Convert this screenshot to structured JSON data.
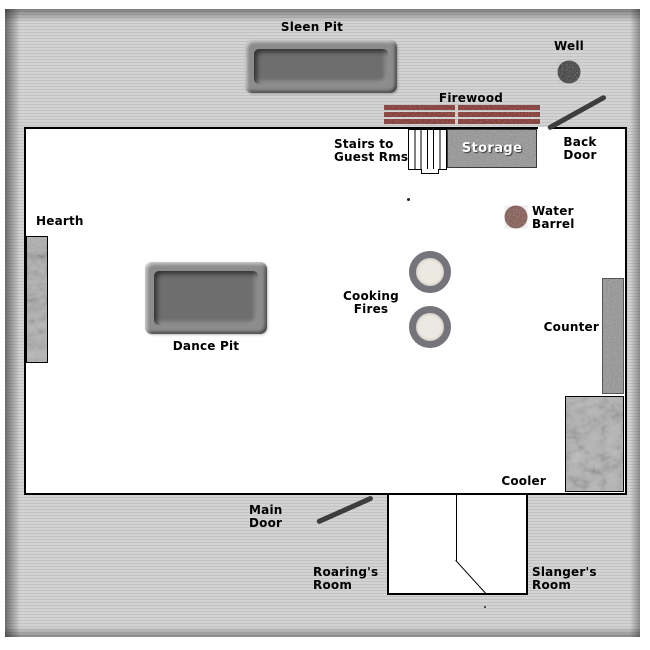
{
  "colors": {
    "panel_stripe_light": "#d3d3d3",
    "panel_stripe_dark": "#c2c2c2",
    "wall": "#000000",
    "room_fill": "#ffffff",
    "pit_rim": "#8c8c8c",
    "pit_face": "#6e6e6e",
    "speckle_base": "#8f8f8f",
    "crackle_base": "#b7b7b7",
    "firewood_red": "#7b241f",
    "well_fill": "#2f2f2f",
    "barrel_fill": "#7d5148",
    "fire_ring": "#74747a",
    "fire_center": "#ebe9e1",
    "door_line": "#3d3d3d",
    "label_color": "#000000",
    "storage_text": "#ffffff"
  },
  "labels": {
    "sleen_pit": "Sleen Pit",
    "well": "Well",
    "firewood": "Firewood",
    "stairs": "Stairs to\nGuest Rms",
    "storage": "Storage",
    "back_door": "Back\nDoor",
    "hearth": "Hearth",
    "water_barrel": "Water\nBarrel",
    "cooking_fires": "Cooking\nFires",
    "counter": "Counter",
    "dance_pit": "Dance Pit",
    "cooler": "Cooler",
    "main_door": "Main Door",
    "roarings_room": "Roaring's\nRoom",
    "slangers_room": "Slanger's\nRoom"
  }
}
